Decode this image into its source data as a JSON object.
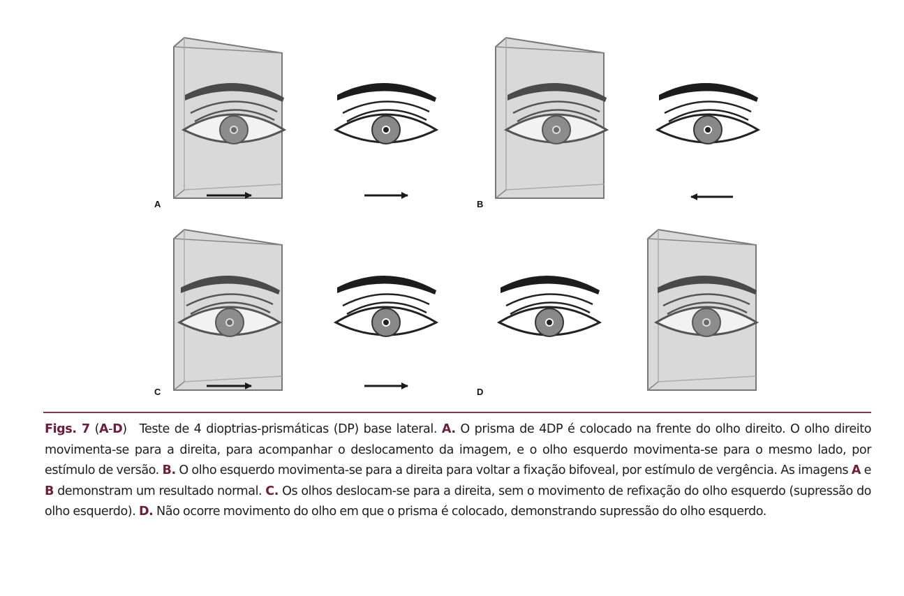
{
  "figure": {
    "panels": [
      {
        "label": "A",
        "prism_over": "right-eye",
        "arrows": [
          "right",
          "right"
        ]
      },
      {
        "label": "B",
        "prism_over": "right-eye",
        "arrows": [
          "none",
          "left"
        ]
      },
      {
        "label": "C",
        "prism_over": "right-eye",
        "arrows": [
          "right",
          "right"
        ]
      },
      {
        "label": "D",
        "prism_over": "left-eye",
        "arrows": [
          "none",
          "none"
        ]
      }
    ]
  },
  "caption": {
    "fig_prefix": "Figs. 7",
    "open_paren": " (",
    "ref_a": "A",
    "dash": "-",
    "ref_d": "D",
    "close_paren": ")",
    "title": "Teste de 4 dioptrias-prismáticas (DP) base lateral. ",
    "a_label": "A.",
    "a_text": " O prisma de 4DP é colocado na frente do olho direito. O olho direito movimenta-se para a direita, para acompanhar o deslocamento da imagem, e o olho esquerdo movimenta-se para o mesmo lado, por estímulo de versão. ",
    "b_label": "B.",
    "b_text": " O olho esquerdo movimenta-se para a direita para voltar a fixação bifoveal, por estímulo de vergência. As imagens ",
    "ab_a": "A",
    "ab_e": " e ",
    "ab_b": "B",
    "ab_text": " demonstram um resultado normal. ",
    "c_label": "C.",
    "c_text": " Os olhos deslocam-se para a direita, sem o movimento de refixação do olho esquerdo (supressão do olho esquerdo). ",
    "d_label": "D.",
    "d_text": " Não ocorre movimento do olho em que o prisma é colocado, demonstrando supressão do olho esquerdo."
  }
}
